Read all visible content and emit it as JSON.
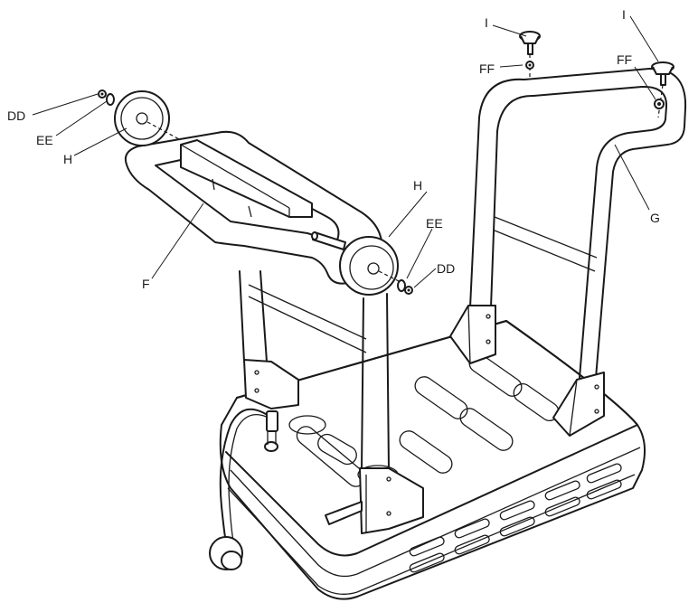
{
  "labels": {
    "i_left": "I",
    "i_right": "I",
    "ff_left": "FF",
    "ff_right": "FF",
    "dd_left": "DD",
    "ee_left": "EE",
    "h_left": "H",
    "h_right": "H",
    "ee_right": "EE",
    "dd_right": "DD",
    "f": "F",
    "g": "G"
  }
}
